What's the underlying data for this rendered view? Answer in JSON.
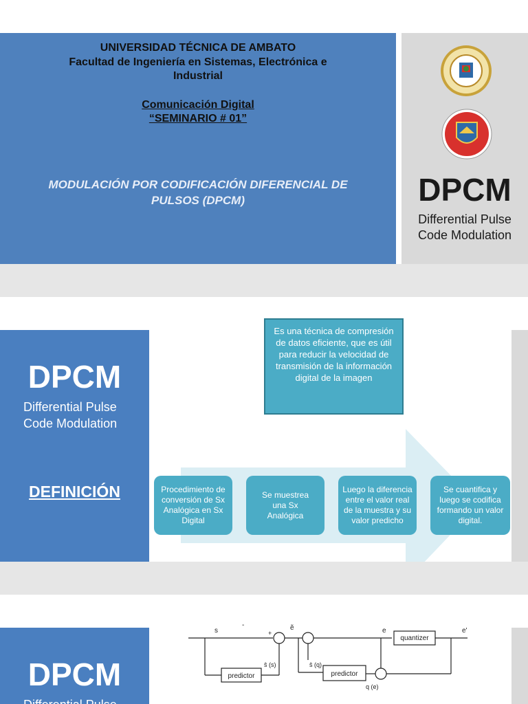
{
  "slide1": {
    "university": "UNIVERSIDAD TÉCNICA DE AMBATO",
    "faculty_line1": "Facultad de Ingeniería en Sistemas, Electrónica e",
    "faculty_line2": "Industrial",
    "course": "Comunicación Digital",
    "seminar": "“SEMINARIO # 01”",
    "topic_line1": "MODULACIÓN POR CODIFICACIÓN DIFERENCIAL DE",
    "topic_line2": "PULSOS (DPCM)",
    "acronym": "DPCM",
    "expansion_line1": "Differential Pulse",
    "expansion_line2": "Code Modulation",
    "colors": {
      "panel": "#4f81bd",
      "side": "#d9d9d9"
    }
  },
  "slide2": {
    "acronym": "DPCM",
    "expansion_line1": "Differential Pulse",
    "expansion_line2": "Code Modulation",
    "section": "DEFINICIÓN",
    "definition": "Es una técnica de compresión de datos eficiente, que es útil para reducir la velocidad de transmisión de la información digital de la imagen",
    "steps": [
      "Procedimiento de conversión de Sx Analógica en Sx Digital",
      "Se muestrea una Sx Analógica",
      "Luego la diferencia entre el valor real de la muestra y su valor predicho",
      "Se cuantifica y luego se codifica formando un valor digital."
    ],
    "colors": {
      "box": "#4bacc6",
      "arrow": "#dbeef4"
    }
  },
  "slide3": {
    "acronym": "DPCM",
    "expansion_partial": "Differential Pulse",
    "diagram": {
      "s": "s",
      "minus_top": "-",
      "plus": "+",
      "e_tilde": "ẽ",
      "e": "e",
      "quantizer": "quantizer",
      "e_prime": "e'",
      "predictor1": "predictor",
      "s_hat_s": "ŝ (s)",
      "s_hat_q": "ŝ (q)",
      "predictor2": "predictor",
      "q_e": "q (e)"
    }
  }
}
